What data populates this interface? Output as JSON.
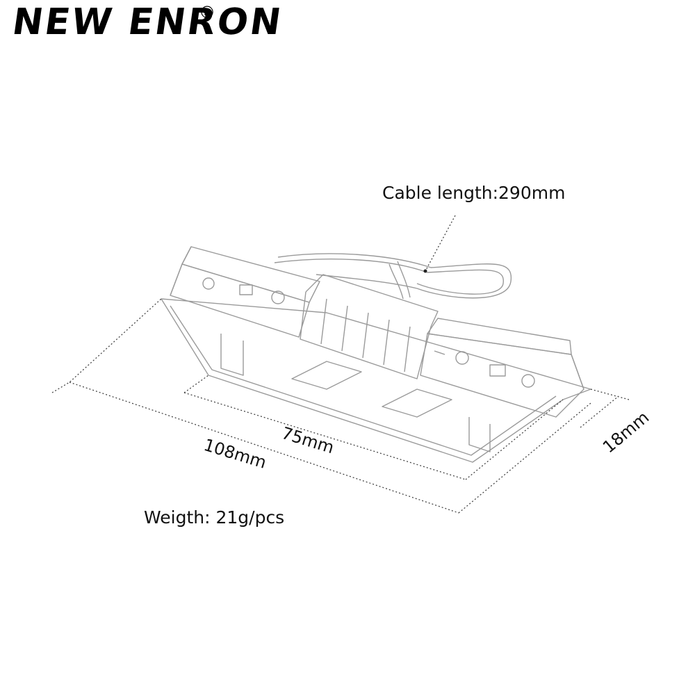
{
  "brand": {
    "name": "NEW ENRON",
    "mark": "®"
  },
  "product": {
    "icon": "led-light-bar-sketch"
  },
  "dimensions": {
    "cable_length": "Cable length:290mm",
    "overall_length": "108mm",
    "base_length": "75mm",
    "width": "18mm",
    "weight": "Weigth: 21g/pcs"
  }
}
